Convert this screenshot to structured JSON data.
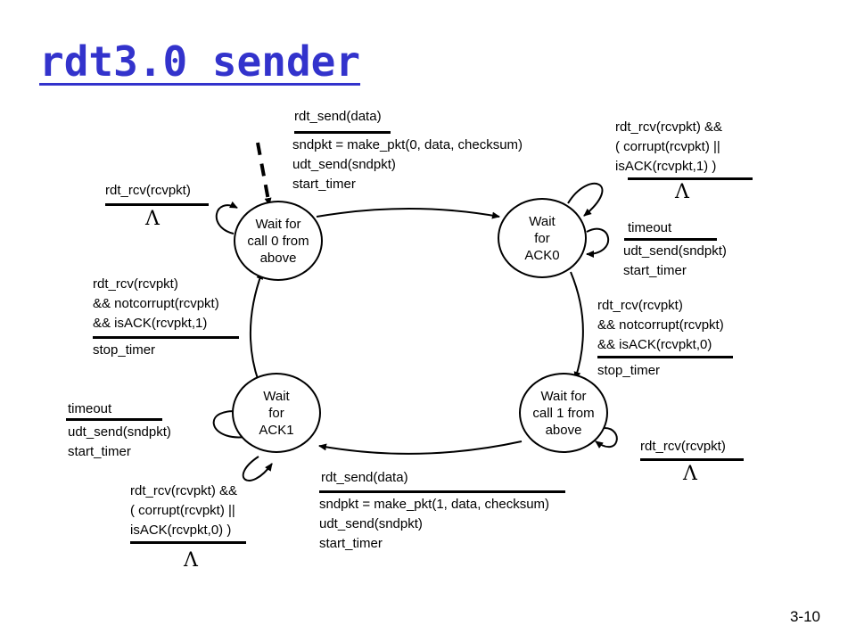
{
  "title": "rdt3.0 sender",
  "slide_number": "3-10",
  "states": {
    "wait_call0": "Wait for\ncall 0 from\nabove",
    "wait_ack0": "Wait\nfor\nACK0",
    "wait_call1": "Wait for\ncall 1 from\nabove",
    "wait_ack1": "Wait\nfor\nACK1"
  },
  "transitions": {
    "send0": {
      "event": "rdt_send(data)",
      "actions": [
        "sndpkt = make_pkt(0, data, checksum)",
        "udt_send(sndpkt)",
        "start_timer"
      ]
    },
    "self_call0": {
      "event": "rdt_rcv(rcvpkt)",
      "action": "Λ"
    },
    "ack0_corrupt": {
      "event": [
        "rdt_rcv(rcvpkt) &&",
        "( corrupt(rcvpkt) ||",
        "isACK(rcvpkt,1) )"
      ],
      "action": "Λ"
    },
    "ack0_timeout": {
      "event": "timeout",
      "actions": [
        "udt_send(sndpkt)",
        "start_timer"
      ]
    },
    "ack0_ok": {
      "event": [
        "rdt_rcv(rcvpkt)",
        "&& notcorrupt(rcvpkt)",
        "&& isACK(rcvpkt,0)"
      ],
      "action": "stop_timer"
    },
    "ack1_ok": {
      "event": [
        "rdt_rcv(rcvpkt)",
        "&& notcorrupt(rcvpkt)",
        "&& isACK(rcvpkt,1)"
      ],
      "action": "stop_timer"
    },
    "ack1_timeout": {
      "event": "timeout",
      "actions": [
        "udt_send(sndpkt)",
        "start_timer"
      ]
    },
    "ack1_corrupt": {
      "event": [
        "rdt_rcv(rcvpkt) &&",
        "( corrupt(rcvpkt) ||",
        "isACK(rcvpkt,0) )"
      ],
      "action": "Λ"
    },
    "self_call1": {
      "event": "rdt_rcv(rcvpkt)",
      "action": "Λ"
    },
    "send1": {
      "event": "rdt_send(data)",
      "actions": [
        "sndpkt = make_pkt(1, data, checksum)",
        "udt_send(sndpkt)",
        "start_timer"
      ]
    }
  }
}
